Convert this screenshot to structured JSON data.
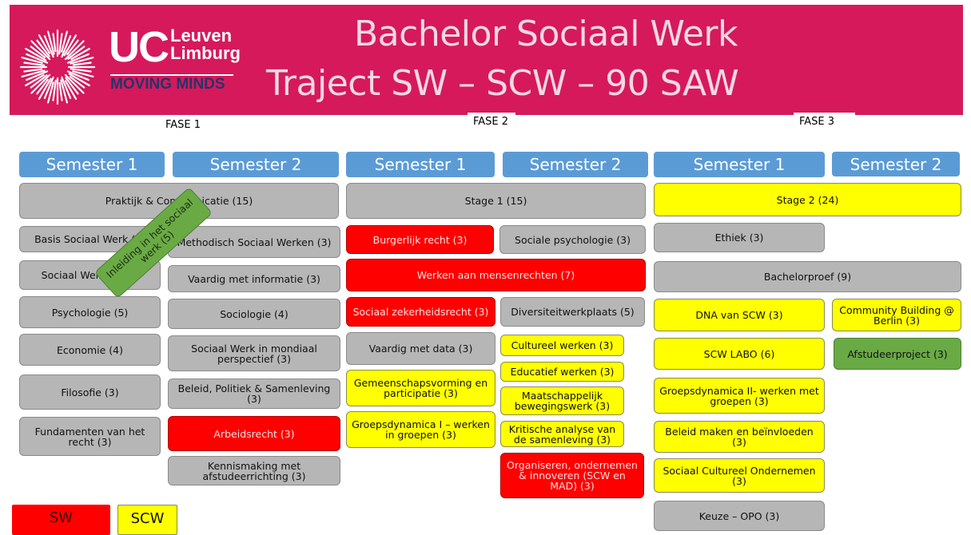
{
  "header": {
    "title_line1": "Bachelor Sociaal Werk",
    "title_line2": "Traject SW – SCW – 90 SAW",
    "logo": {
      "uc": "UC",
      "leuven": "Leuven",
      "limburg": "Limburg",
      "tagline": "MOVING MINDS"
    }
  },
  "phases": [
    "FASE 1",
    "FASE 2",
    "FASE 3"
  ],
  "semesters": [
    "Semester 1",
    "Semester 2",
    "Semester 1",
    "Semester 2",
    "Semester 1",
    "Semester 2"
  ],
  "courses": [
    "Praktijk & Communicatie (15)",
    "Basis Sociaal Werk (3)",
    "Methodisch Sociaal Werken (3)",
    "Sociaal Werk en (4)",
    "Vaardig met informatie (3)",
    "Psychologie (5)",
    "Sociologie (4)",
    "Economie (4)",
    "Sociaal Werk in mondiaal perspectief (3)",
    "Filosofie (3)",
    "Beleid, Politiek & Samenleving (3)",
    "Fundamenten van het recht (3)",
    "Arbeidsrecht (3)",
    "Kennismaking met afstudeerrichting (3)",
    "Inleiding in het sociaal werk (5)",
    "Stage 1 (15)",
    "Burgerlijk recht (3)",
    "Sociale psychologie (3)",
    "Werken aan mensenrechten (7)",
    "Sociaal zekerheidsrecht (3)",
    "Diversiteitwerkplaats (5)",
    "Vaardig met data (3)",
    "Cultureel werken (3)",
    "Educatief werken (3)",
    "Gemeenschapsvorming en participatie (3)",
    "Maatschappelijk bewegingswerk (3)",
    "Groepsdynamica I – werken in groepen (3)",
    "Kritische analyse van de samenleving (3)",
    "Organiseren, ondernemen & innoveren (SCW en MAD) (3)",
    "Stage 2 (24)",
    "Ethiek (3)",
    "Bachelorproef (9)",
    "DNA van SCW (3)",
    "Community Building @ Berlin (3)",
    "SCW LABO (6)",
    "Afstudeerproject (3)",
    "Groepsdynamica II- werken met groepen (3)",
    "Beleid maken en beïnvloeden (3)",
    "Sociaal Cultureel Ondernemen (3)",
    "Keuze – OPO (3)"
  ],
  "legend": [
    "SW",
    "SCW"
  ],
  "colors": {
    "banner": "#d6195b",
    "semester": "#5b9bd5",
    "grey": "#b6b6b6",
    "sw_red": "#ff0000",
    "scw_yellow": "#ffff00",
    "green": "#6aaa45",
    "logo_navy": "#24356d"
  }
}
